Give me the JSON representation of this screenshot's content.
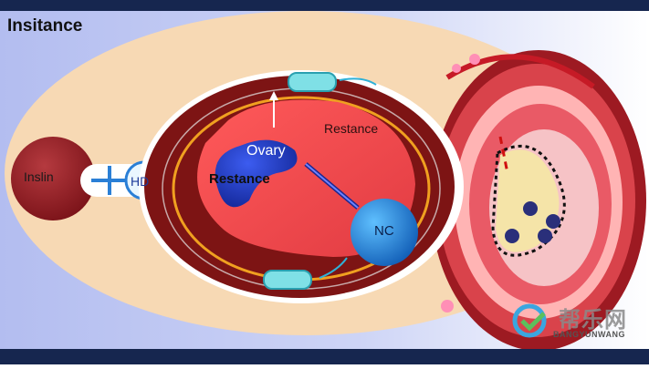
{
  "title": "Insitance",
  "labels": {
    "insulin": "Inslin",
    "receptor": "HD",
    "resistance_right": "Restance",
    "resistance_left": "Restance",
    "ovary": "Ovary",
    "nc": "NC"
  },
  "watermark": {
    "chinese": "帮乐网",
    "english": "BANGYUNWANG"
  },
  "colors": {
    "background_blue": "#b9c2f2",
    "peach": "#f7d9b4",
    "dark_red": "#7d1414",
    "red": "#e8454a",
    "ovary_blue": "#1f3fc4",
    "nc_blue": "#1f86e0",
    "cyan_channel": "#7fe0e6",
    "navy_bar": "#16264f"
  }
}
